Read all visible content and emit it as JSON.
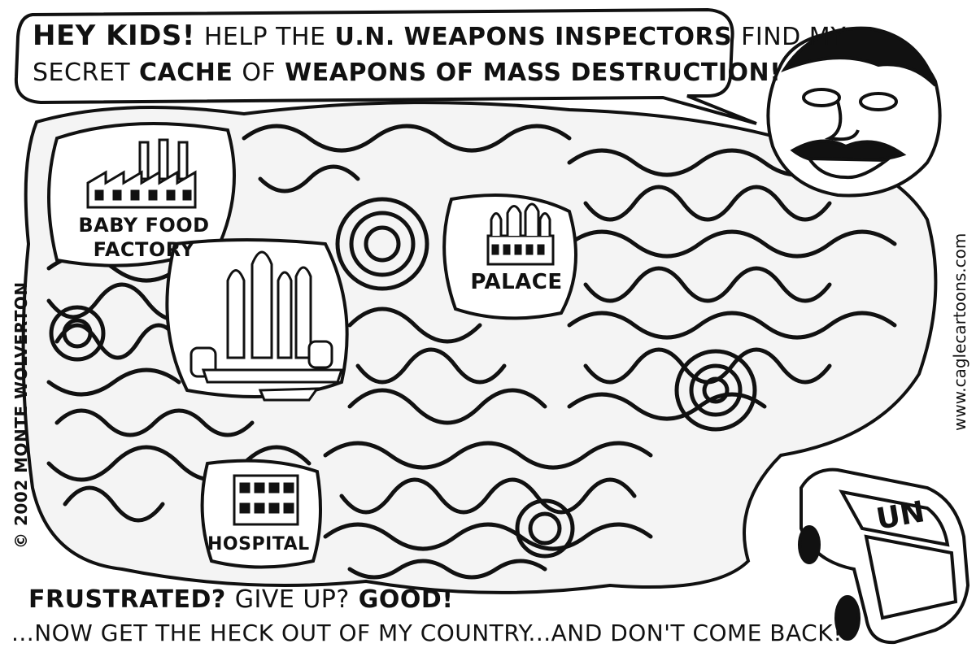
{
  "bubble": {
    "line1_a": "HEY KIDS!",
    "line1_b": "HELP THE",
    "line1_c": "U.N. WEAPONS INSPECTORS",
    "line1_d": "FIND MY",
    "line2_a": "SECRET",
    "line2_b": "CACHE",
    "line2_c": "OF",
    "line2_d": "WEAPONS OF MASS DESTRUCTION!"
  },
  "locations": {
    "baby_food_line1": "BABY FOOD",
    "baby_food_line2": "FACTORY",
    "palace": "PALACE",
    "hospital": "HOSPITAL"
  },
  "vehicle_label": "UN",
  "bottom": {
    "line1_a": "FRUSTRATED?",
    "line1_b": "GIVE UP?",
    "line1_c": "GOOD!",
    "line2": "...NOW GET THE HECK OUT OF MY COUNTRY...AND DON'T COME BACK!"
  },
  "credits": {
    "left": "© 2002 MONTE WOLVERTON",
    "right": "www.caglecartoons.com"
  },
  "colors": {
    "ink": "#111111",
    "paper": "#ffffff"
  }
}
